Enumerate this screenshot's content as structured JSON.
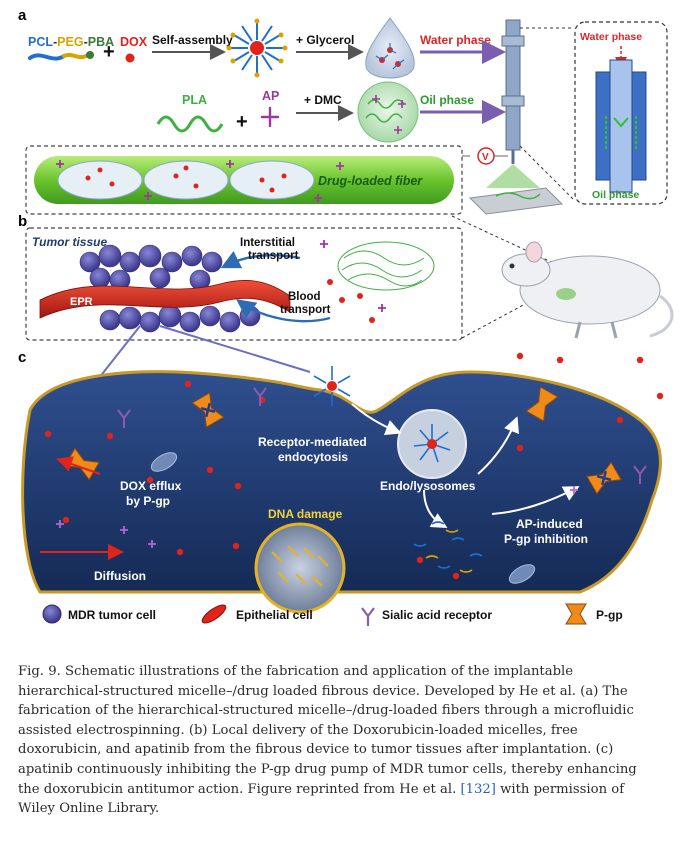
{
  "figure": {
    "panel_a": {
      "letter": "a",
      "polymer_label": {
        "part1": "PCL",
        "sep1": "-",
        "part2": "PEG",
        "sep2": "-",
        "part3": "PBA"
      },
      "plus1": "+",
      "dox_label": "DOX",
      "step1": "Self-assembly",
      "step2": "+ Glycerol",
      "water_phase": "Water phase",
      "pla_label": "PLA",
      "plus2": "+",
      "ap_label": "AP",
      "step3": "+ DMC",
      "oil_phase": "Oil phase",
      "fiber_label": "Drug-loaded fiber",
      "voltage_label": "V",
      "inset_water": "Water phase",
      "inset_oil": "Oil phase"
    },
    "panel_b": {
      "letter": "b",
      "tumor_tissue": "Tumor tissue",
      "interstitial": [
        "Interstitial",
        "transport"
      ],
      "epr": "EPR",
      "blood": [
        "Blood",
        "transport"
      ]
    },
    "panel_c": {
      "letter": "c",
      "receptor": [
        "Receptor-mediated",
        "endocytosis"
      ],
      "endo": "Endo/lysosomes",
      "dox_efflux": [
        "DOX efflux",
        "by P-gp"
      ],
      "dna_damage": "DNA damage",
      "ap_induced": [
        "AP-induced",
        "P-gp inhibition"
      ],
      "diffusion": "Diffusion"
    },
    "legend": {
      "mdr": "MDR tumor cell",
      "epithelial": "Epithelial cell",
      "sialic": "Sialic acid receptor",
      "pgp": "P-gp"
    }
  },
  "caption": {
    "line1": "Fig. 9. Schematic illustrations of the fabrication and application of the implantable",
    "line2": "hierarchical-structured micelle–/drug loaded fibrous device. Developed by He et al. (a) The",
    "line3": "fabrication of the hierarchical-structured micelle–/drug-loaded fibers through a microfluidic",
    "line4": "assisted electrospinning. (b) Local delivery of the Doxorubicin-loaded micelles, free",
    "line5": "doxorubicin, and apatinib from the fibrous device to tumor tissues after implantation. (c)",
    "line6": "apatinib continuously inhibiting the P-gp drug pump of MDR tumor cells, thereby enhancing",
    "line7_pre": "the doxorubicin antitumor action. Figure reprinted from He et al. ",
    "line7_ref": "[132]",
    "line7_post": " with permission of",
    "line8": "Wiley Online Library."
  },
  "colors": {
    "pcl": "#1f6fd1",
    "peg": "#d8a400",
    "pba": "#3a7a3a",
    "dox": "#e0231b",
    "water": "#d6282a",
    "oil": "#2d9a2d",
    "pla": "#3fb13f",
    "ap": "#a0369c",
    "cell": "#1e3a6e",
    "nucleus_border": "#e4b325"
  }
}
